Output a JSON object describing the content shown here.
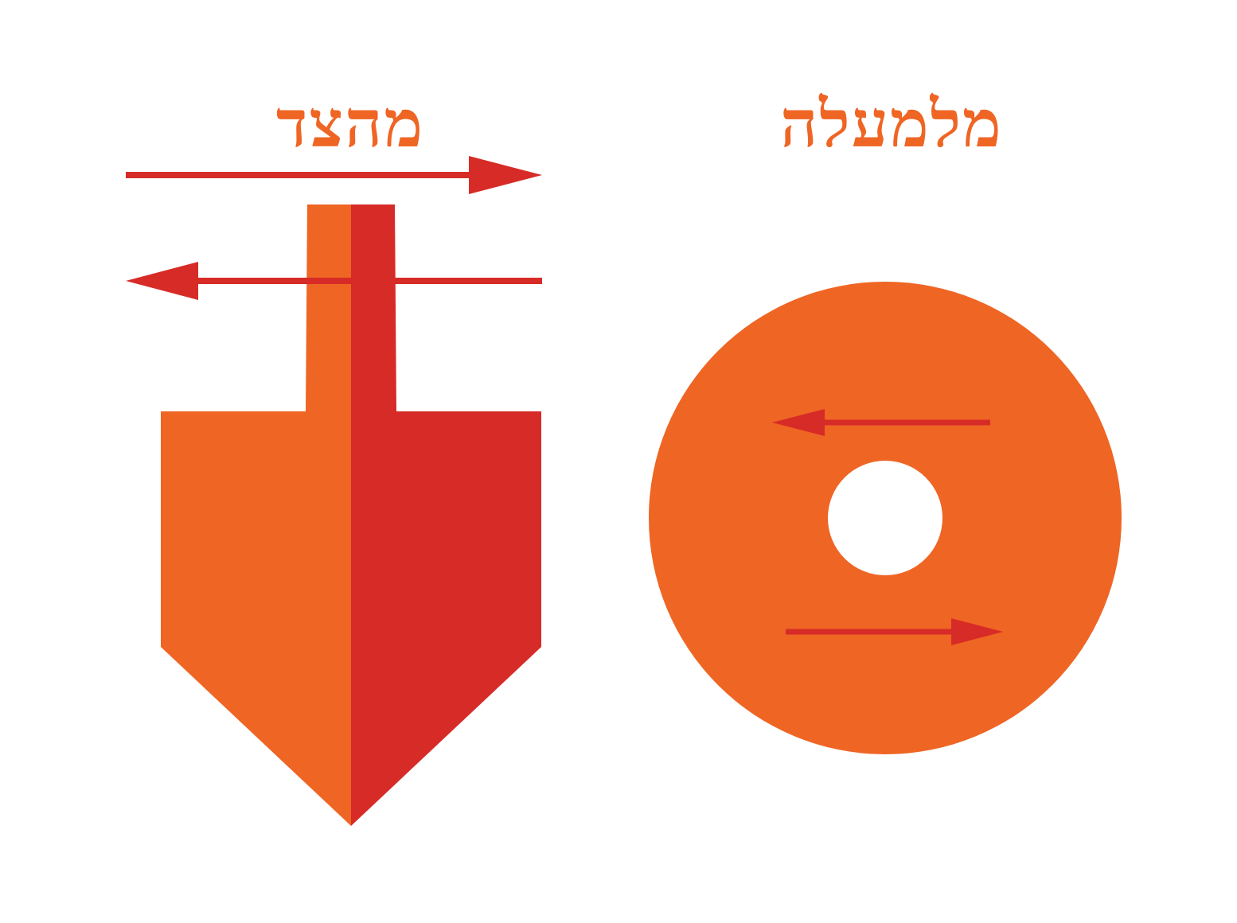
{
  "labels": {
    "side_view": "מהצד",
    "top_view": "מלמעלה"
  },
  "colors": {
    "orange": "#EF6524",
    "red": "#D72B27",
    "background": "#FFFFFF"
  },
  "figures": {
    "side_view": {
      "shape": "spinning top (dreidel) seen from the side",
      "arrows": [
        "right",
        "left"
      ]
    },
    "top_view": {
      "shape": "disc with center hole seen from above",
      "arrows": [
        "left",
        "right"
      ]
    }
  }
}
